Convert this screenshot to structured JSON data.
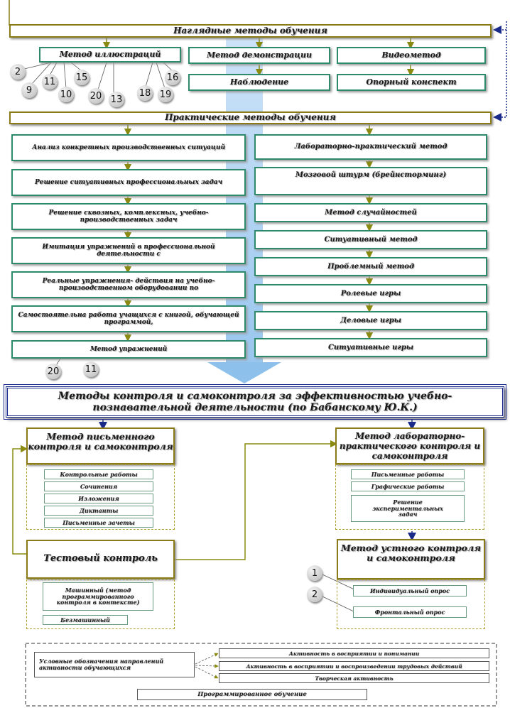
{
  "visual": {
    "title": "Наглядные методы обучения",
    "illustration": "Метод иллюстраций",
    "demonstration": "Метод демонстрации",
    "video": "Видеометод",
    "observation": "Наблюдение",
    "outline": "Опорный конспект",
    "illustration_refs": [
      "2",
      "9",
      "11",
      "10",
      "15",
      "20",
      "13",
      "18",
      "19",
      "16"
    ]
  },
  "practical": {
    "title": "Практические методы обучения",
    "left": [
      "Анализ конкретных производственных ситуаций",
      "Решение ситуативных профессиональных задач",
      "Решение сквозных, комплексных, учебно-производственных задач",
      "Имитация упражнений в профессиональной деятельности с",
      "Реальные упражнения- действия на учебно-производственном оборудовании по",
      "Самостоятельна работа учащихся с книгой, обучающей программой,",
      "Метод упражнений"
    ],
    "left_refs": [
      "20",
      "11"
    ],
    "right": [
      "Лабораторно-практический  метод",
      "Мозговой штурм (брейнсторминг)",
      "Метод случайностей",
      "Ситуативный метод",
      "Проблемный  метод",
      "Ролевые игры",
      "Деловые игры",
      "Ситуативные игры"
    ]
  },
  "control": {
    "title": "Методы контроля и самоконтроля за эффективностью учебно-познавательной деятельности (по Бабанскому Ю.К.)",
    "written": {
      "title": "Метод письменного контроля и самоконтроля",
      "items": [
        "Контрольные работы",
        "Сочинения",
        "Изложения",
        "Диктанты",
        "Письменные зачеты"
      ]
    },
    "lab": {
      "title": "Метод лабораторно-практического контроля и самоконтроля",
      "items": [
        "Письменные работы",
        "Графические работы",
        "Решение экспериментальных задач"
      ]
    },
    "test": {
      "title": "Тестовый контроль",
      "items": [
        "Машинный (метод программированного контроля в контексте)",
        "Безмашинный"
      ]
    },
    "oral": {
      "title": "Метод устного контроля и самоконтроля",
      "items": [
        "Индивидуальный опрос",
        "Фронтальный опрос"
      ],
      "refs": [
        "1",
        "2"
      ]
    }
  },
  "legend": {
    "label": "Условные обозначения направлений активности обучающихся",
    "items": [
      "Активность в восприятии и понимании",
      "Активность в восприятии и воспроизведении трудовых действий",
      "Творческая активность"
    ],
    "program": "Программированное обучение"
  },
  "colors": {
    "gold": "#8a7a18",
    "green": "#2d8a6a",
    "navy": "#1a2a8a",
    "arrow_olive": "#8a8a10",
    "center_arrow": "#a8d0f0"
  }
}
